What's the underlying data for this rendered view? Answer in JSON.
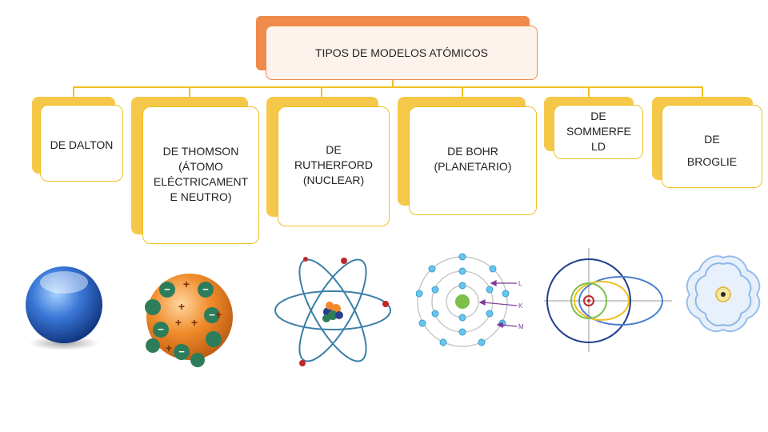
{
  "title": "TIPOS DE MODELOS ATÓMICOS",
  "models": [
    {
      "label": "DE DALTON"
    },
    {
      "label": "DE THOMSON (ÁTOMO ELÉCTRICAMENT E NEUTRO)"
    },
    {
      "label": "DE RUTHERFORD (NUCLEAR)"
    },
    {
      "label": "DE BOHR (PLANETARIO)"
    },
    {
      "label": "DE SOMMERFE LD"
    },
    {
      "label": "DE BROGLIE"
    }
  ],
  "thomson_charges": [
    "+",
    "−"
  ],
  "bohr_shell_labels": [
    "L",
    "K",
    "M"
  ],
  "colors": {
    "title_accent": "#ef8a4a",
    "card_accent": "#f0c020",
    "card_back": "#f5c84a",
    "dalton_sphere": "#2f6fd0",
    "thomson_body": "#f08a2a",
    "thomson_electron": "#2e7d5a",
    "rutherford_orbit": "#3a7fa8",
    "bohr_electron": "#66c6ec",
    "sommerfeld_outer": "#1f3f8f",
    "sommerfeld_yellow": "#f0c020",
    "broglie_wave": "#8bb8e8"
  }
}
